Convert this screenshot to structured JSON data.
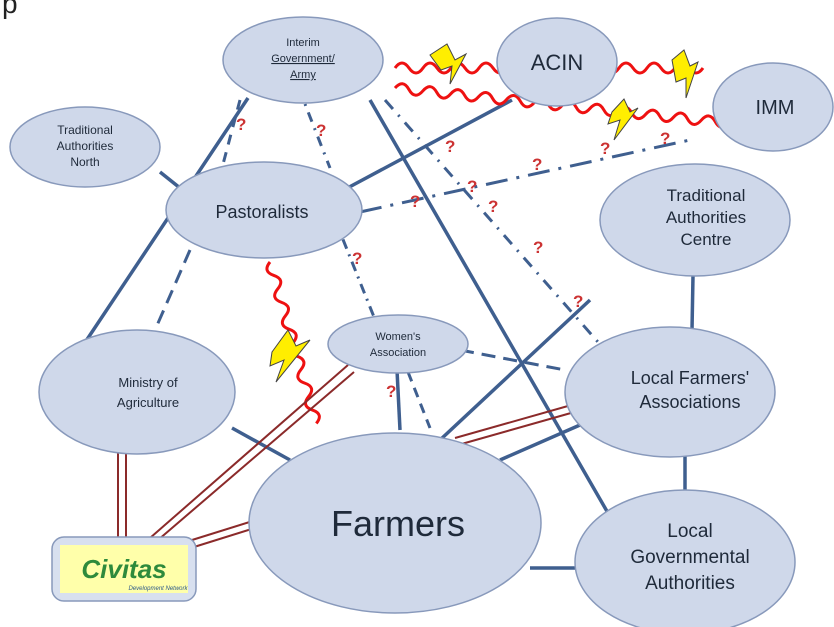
{
  "partial_header": "p",
  "nodes": {
    "interim": [
      "Interim",
      "Government/",
      "Army"
    ],
    "acin": [
      "ACIN"
    ],
    "imm": [
      "IMM"
    ],
    "ta_north": [
      "Traditional",
      "Authorities",
      "North"
    ],
    "pastoralists": [
      "Pastoralists"
    ],
    "ta_centre": [
      "Traditional",
      "Authorities",
      "Centre"
    ],
    "womens": [
      "Women's",
      "Association"
    ],
    "ministry": [
      "Ministry of",
      "Agriculture"
    ],
    "lfa": [
      "Local Farmers'",
      "Associations"
    ],
    "farmers": [
      "Farmers"
    ],
    "lga": [
      "Local",
      "Governmental",
      "Authorities"
    ]
  },
  "logo": {
    "name": "Civitas",
    "tagline": "Development Network"
  },
  "question_mark": "?",
  "colors": {
    "node_fill": "#cfd8ea",
    "node_stroke": "#8899bb",
    "link": "#3f5f8f",
    "conflict": "#ee1111",
    "partnership": "#8b2a2a",
    "question": "#cc3333",
    "lightning": "#ffee00",
    "logo_text": "#2e8a3c",
    "logo_bg": "#ffffaa"
  }
}
